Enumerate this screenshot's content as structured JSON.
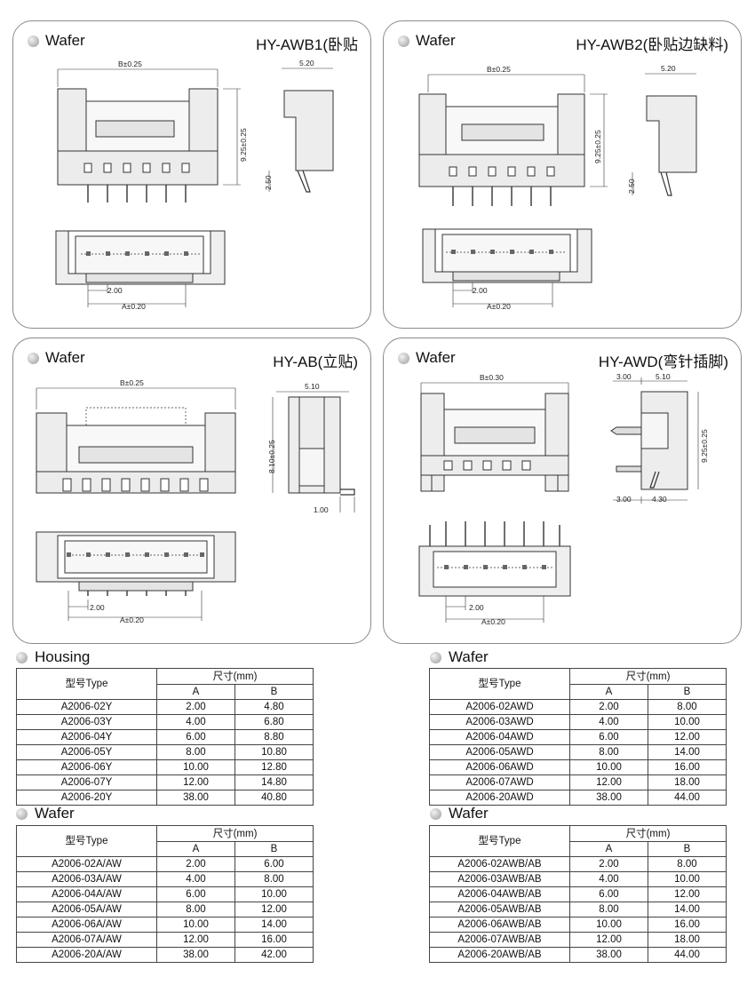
{
  "panels": [
    {
      "label": "Wafer",
      "title": "HY-AWB1(卧贴",
      "dims": {
        "b": "B±0.25",
        "depth": "5.20",
        "height": "9.25±0.25",
        "pin": "2.50",
        "pitch": "2.00",
        "a": "A±0.20"
      }
    },
    {
      "label": "Wafer",
      "title": "HY-AWB2(卧贴边缺料)",
      "dims": {
        "b": "B±0.25",
        "depth": "5.20",
        "height": "9.25±0.25",
        "pin": "2.50",
        "pitch": "2.00",
        "a": "A±0.20"
      }
    },
    {
      "label": "Wafer",
      "title": "HY-AB(立贴)",
      "dims": {
        "b": "B±0.25",
        "depth": "5.10",
        "height": "8.10±0.25",
        "foot": "1.00",
        "pitch": "2.00",
        "a": "A±0.20"
      }
    },
    {
      "label": "Wafer",
      "title": "HY-AWD(弯针插脚)",
      "dims": {
        "b": "B±0.30",
        "top_left": "3.00",
        "top_right": "5.10",
        "height": "9.25±0.25",
        "bot_left": "3.00",
        "bot_right": "4.30",
        "pitch": "2.00",
        "a": "A±0.20"
      }
    }
  ],
  "tables": [
    {
      "title": "Housing",
      "col_model": "型号Type",
      "col_size": "尺寸(mm)",
      "col_a": "A",
      "col_b": "B",
      "rows": [
        [
          "A2006-02Y",
          "2.00",
          "4.80"
        ],
        [
          "A2006-03Y",
          "4.00",
          "6.80"
        ],
        [
          "A2006-04Y",
          "6.00",
          "8.80"
        ],
        [
          "A2006-05Y",
          "8.00",
          "10.80"
        ],
        [
          "A2006-06Y",
          "10.00",
          "12.80"
        ],
        [
          "A2006-07Y",
          "12.00",
          "14.80"
        ],
        [
          "A2006-20Y",
          "38.00",
          "40.80"
        ]
      ]
    },
    {
      "title": "Wafer",
      "col_model": "型号Type",
      "col_size": "尺寸(mm)",
      "col_a": "A",
      "col_b": "B",
      "rows": [
        [
          "A2006-02AWD",
          "2.00",
          "8.00"
        ],
        [
          "A2006-03AWD",
          "4.00",
          "10.00"
        ],
        [
          "A2006-04AWD",
          "6.00",
          "12.00"
        ],
        [
          "A2006-05AWD",
          "8.00",
          "14.00"
        ],
        [
          "A2006-06AWD",
          "10.00",
          "16.00"
        ],
        [
          "A2006-07AWD",
          "12.00",
          "18.00"
        ],
        [
          "A2006-20AWD",
          "38.00",
          "44.00"
        ]
      ]
    },
    {
      "title": "Wafer",
      "col_model": "型号Type",
      "col_size": "尺寸(mm)",
      "col_a": "A",
      "col_b": "B",
      "rows": [
        [
          "A2006-02A/AW",
          "2.00",
          "6.00"
        ],
        [
          "A2006-03A/AW",
          "4.00",
          "8.00"
        ],
        [
          "A2006-04A/AW",
          "6.00",
          "10.00"
        ],
        [
          "A2006-05A/AW",
          "8.00",
          "12.00"
        ],
        [
          "A2006-06A/AW",
          "10.00",
          "14.00"
        ],
        [
          "A2006-07A/AW",
          "12.00",
          "16.00"
        ],
        [
          "A2006-20A/AW",
          "38.00",
          "42.00"
        ]
      ]
    },
    {
      "title": "Wafer",
      "col_model": "型号Type",
      "col_size": "尺寸(mm)",
      "col_a": "A",
      "col_b": "B",
      "rows": [
        [
          "A2006-02AWB/AB",
          "2.00",
          "8.00"
        ],
        [
          "A2006-03AWB/AB",
          "4.00",
          "10.00"
        ],
        [
          "A2006-04AWB/AB",
          "6.00",
          "12.00"
        ],
        [
          "A2006-05AWB/AB",
          "8.00",
          "14.00"
        ],
        [
          "A2006-06AWB/AB",
          "10.00",
          "16.00"
        ],
        [
          "A2006-07AWB/AB",
          "12.00",
          "18.00"
        ],
        [
          "A2006-20AWB/AB",
          "38.00",
          "44.00"
        ]
      ]
    }
  ]
}
